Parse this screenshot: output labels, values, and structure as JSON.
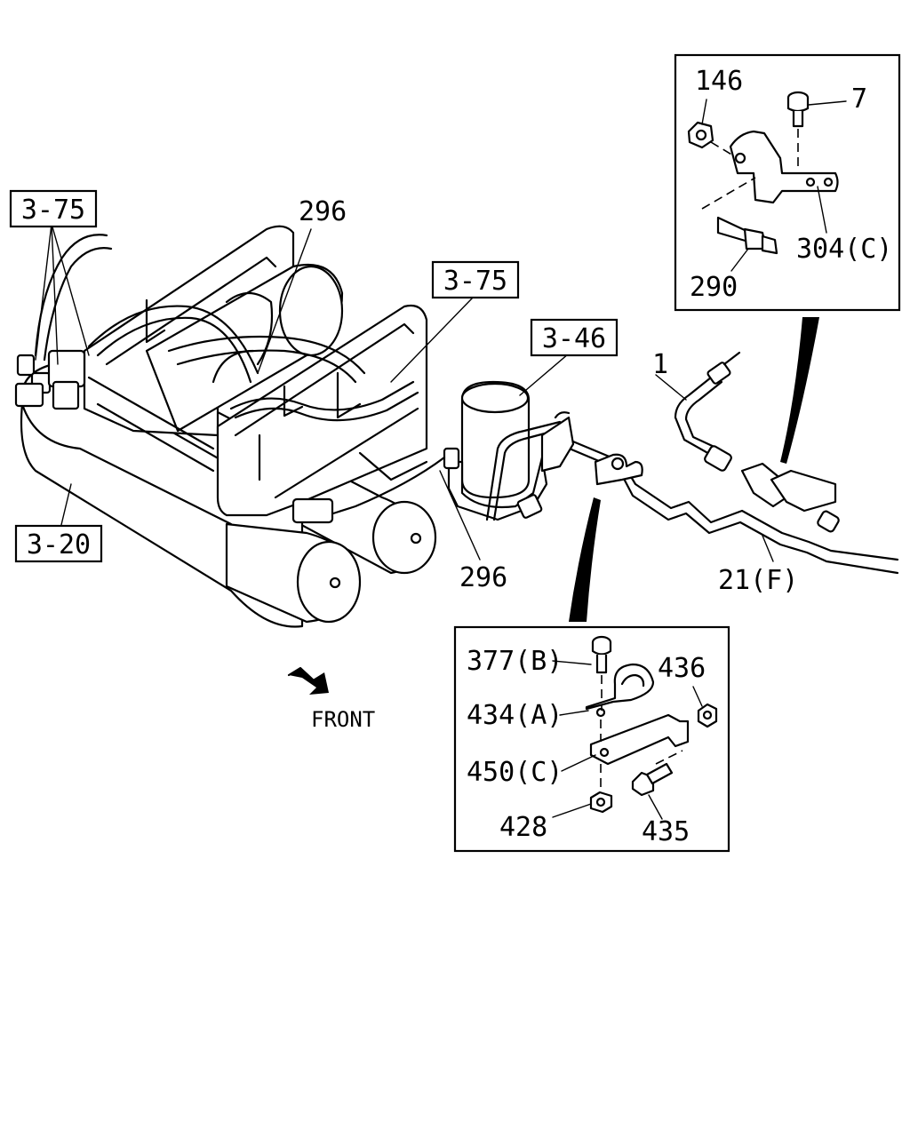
{
  "refs": {
    "r375_left": "3-75",
    "r375_mid": "3-75",
    "r346": "3-46",
    "r320": "3-20"
  },
  "parts": {
    "p296_top": "296",
    "p296_bottom": "296",
    "p1": "1",
    "p21f": "21(F)",
    "p146": "146",
    "p7": "7",
    "p304c": "304(C)",
    "p290": "290",
    "p377b": "377(B)",
    "p434a": "434(A)",
    "p450c": "450(C)",
    "p428": "428",
    "p436": "436",
    "p435": "435"
  },
  "front_label": "FRONT",
  "icons": {
    "front": "front-arrow-icon"
  }
}
